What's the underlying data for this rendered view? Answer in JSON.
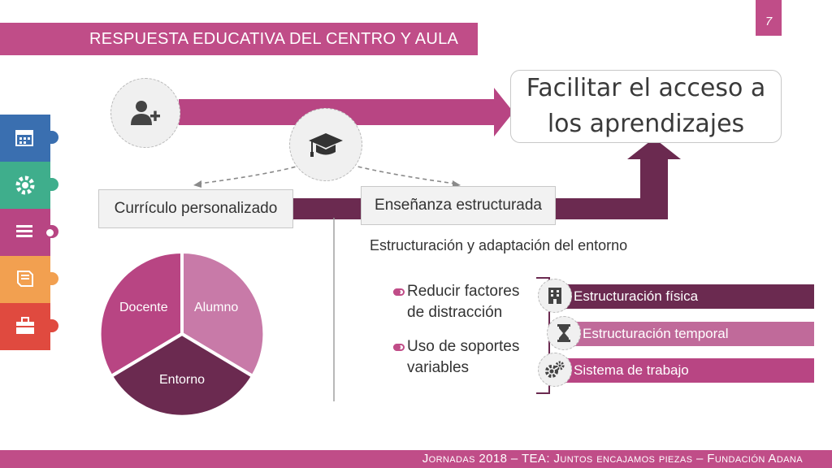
{
  "page_number": "7",
  "header": {
    "title": "RESPUESTA EDUCATIVA DEL CENTRO Y AULA"
  },
  "goal": {
    "text": "Facilitar el acceso a los aprendizajes"
  },
  "boxes": {
    "curriculo": "Currículo personalizado",
    "ensenanza": "Enseñanza estructurada"
  },
  "subtitle": "Estructuración y adaptación del entorno",
  "bullets": [
    {
      "text": "Reducir factores de distracción"
    },
    {
      "text": "Uso de soportes variables"
    }
  ],
  "bars": [
    {
      "label": "Estructuración física",
      "icon": "building-icon",
      "color": "#6b2a50"
    },
    {
      "label": "Estructuración temporal",
      "icon": "hourglass-icon",
      "color": "#c06a9a"
    },
    {
      "label": "Sistema de trabajo",
      "icon": "gears-icon",
      "color": "#b84583"
    }
  ],
  "pie": {
    "segments": [
      {
        "label": "Docente",
        "color": "#b84583"
      },
      {
        "label": "Alumno",
        "color": "#c87aa8"
      },
      {
        "label": "Entorno",
        "color": "#6b2a50"
      }
    ]
  },
  "sidebar": {
    "pieces": [
      {
        "icon": "calendar-icon",
        "color": "#3a6fb0"
      },
      {
        "icon": "gear-icon",
        "color": "#3fae8c"
      },
      {
        "icon": "list-icon",
        "color": "#b84583"
      },
      {
        "icon": "book-icon",
        "color": "#f2a050"
      },
      {
        "icon": "briefcase-icon",
        "color": "#e04a3f"
      }
    ]
  },
  "colors": {
    "accent": "#c04d88",
    "dark": "#6b2a50"
  },
  "footer": {
    "text": "Jornadas 2018 – TEA: Juntos encajamos piezas – Fundación Adana"
  }
}
